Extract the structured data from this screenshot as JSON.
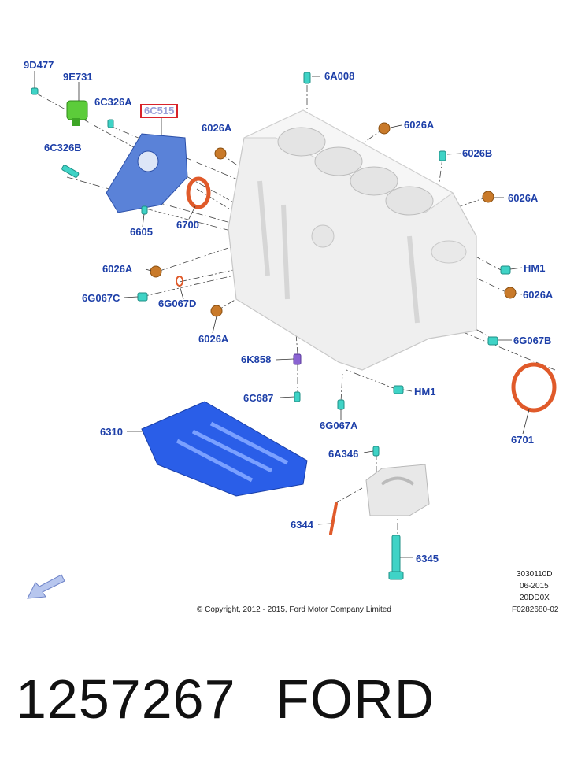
{
  "labels": {
    "l_9D477": "9D477",
    "l_9E731": "9E731",
    "l_6C326A": "6C326A",
    "l_6C515": "6C515",
    "l_6C326B": "6C326B",
    "l_6605": "6605",
    "l_6700": "6700",
    "l_6026A_1": "6026A",
    "l_6A008": "6A008",
    "l_6026A_2": "6026A",
    "l_6026B": "6026B",
    "l_6026A_3": "6026A",
    "l_6026A_4": "6026A",
    "l_HM1_1": "HM1",
    "l_6G067C": "6G067C",
    "l_6G067D": "6G067D",
    "l_6026A_5": "6026A",
    "l_6026A_6": "6026A",
    "l_6G067B": "6G067B",
    "l_6K858": "6K858",
    "l_HM1_2": "HM1",
    "l_6C687": "6C687",
    "l_6G067A": "6G067A",
    "l_6701": "6701",
    "l_6310": "6310",
    "l_6A346": "6A346",
    "l_6344": "6344",
    "l_6345": "6345"
  },
  "footer": {
    "copyright": "© Copyright, 2012 - 2015, Ford Motor Company Limited",
    "code1": "3030110D",
    "code2": "06-2015",
    "code3": "20DD0X",
    "code4": "F0282680-02"
  },
  "caption": {
    "part_number": "1257267",
    "brand": "FORD"
  },
  "colors": {
    "label": "#1d3fa8",
    "highlight_border": "#d9232a",
    "block": "#eeeeee",
    "rear_cover": "#5a82d8",
    "bedplate": "#2a5ee8",
    "green_part": "#5ccc3a",
    "cyan_part": "#3fd3c6",
    "plug": "#c97a2a",
    "seal": "#e05a2a"
  }
}
